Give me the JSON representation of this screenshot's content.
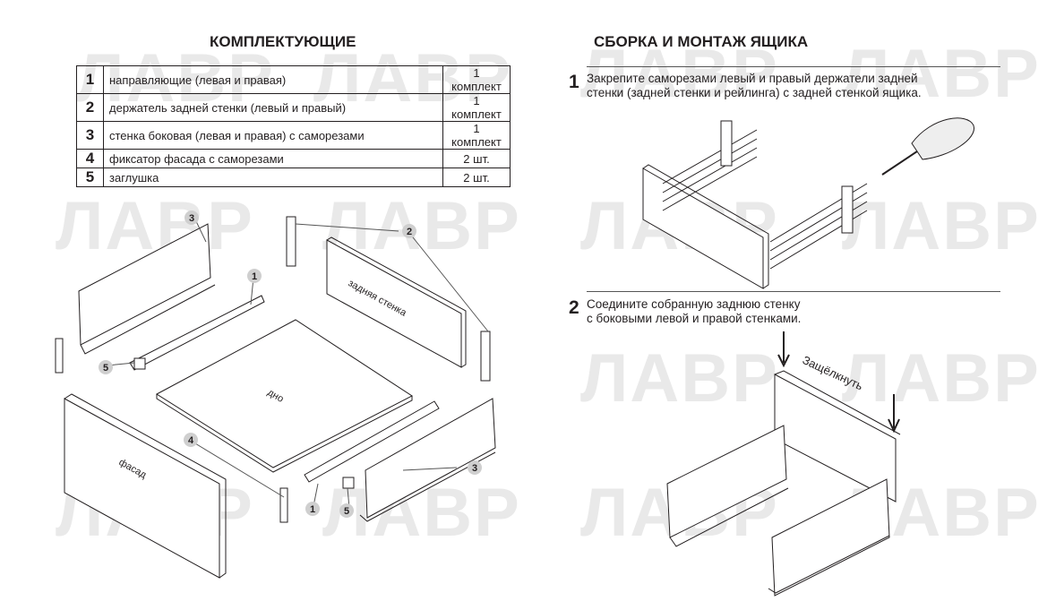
{
  "watermark": "ЛАВР",
  "left": {
    "title": "КОМПЛЕКТУЮЩИЕ",
    "parts": [
      {
        "num": "1",
        "name": "направляющие (левая и правая)",
        "qty": "1 комплект"
      },
      {
        "num": "2",
        "name": "держатель задней стенки (левый и правый)",
        "qty": "1 комплект"
      },
      {
        "num": "3",
        "name": "стенка боковая (левая и правая) с саморезами",
        "qty": "1 комплект"
      },
      {
        "num": "4",
        "name": "фиксатор фасада с саморезами",
        "qty": "2 шт."
      },
      {
        "num": "5",
        "name": "заглушка",
        "qty": "2 шт."
      }
    ],
    "diagram": {
      "back_wall": "задняя стенка",
      "bottom": "дно",
      "facade": "фасад",
      "callouts": [
        "3",
        "2",
        "1",
        "5",
        "4",
        "3",
        "1",
        "5"
      ]
    }
  },
  "right": {
    "title": "СБОРКА И МОНТАЖ ЯЩИКА",
    "steps": [
      {
        "num": "1",
        "line1": "Закрепите саморезами левый и правый держатели задней",
        "line2": "стенки (задней стенки и рейлинга) с задней стенкой ящика."
      },
      {
        "num": "2",
        "line1": "Соедините собранную заднюю стенку",
        "line2": "с боковыми левой и правой стенками."
      }
    ],
    "snap_label": "Защёлкнуть"
  }
}
